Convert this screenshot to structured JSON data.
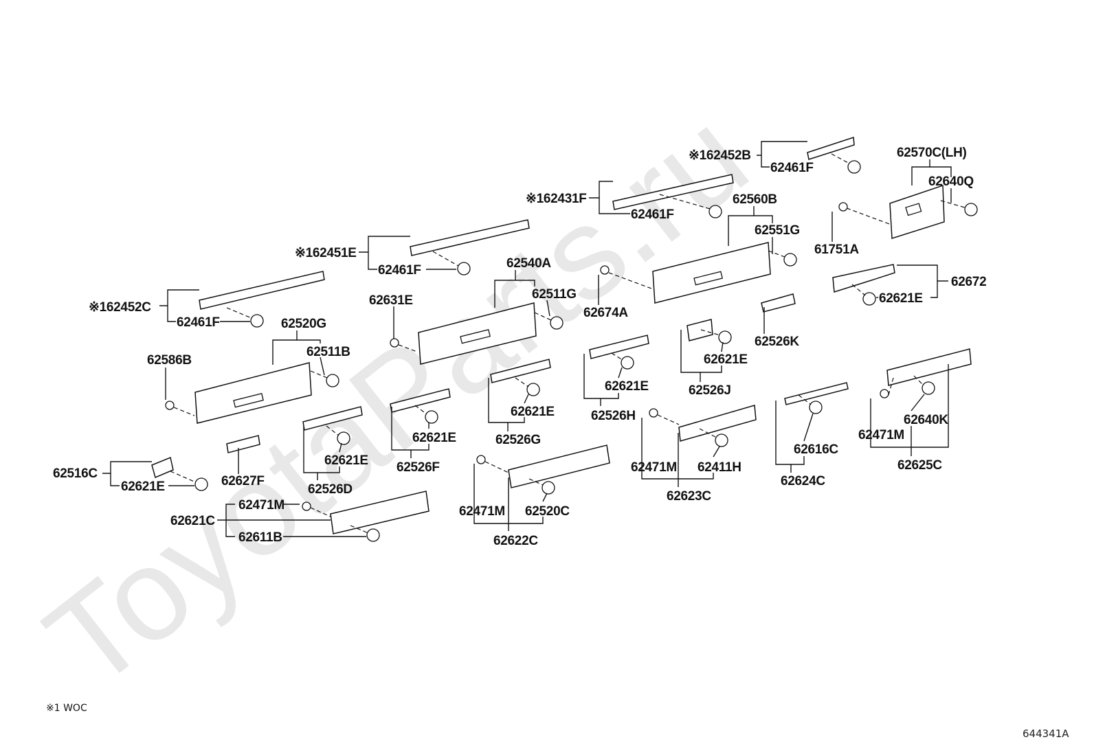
{
  "watermark": "ToyotaParts.ru",
  "diagram_code": "644341A",
  "footnote": "※1 WOC",
  "callouts": {
    "c62452B": "※162452B",
    "c62461F_a": "62461F",
    "c62570C": "62570C(LH)",
    "c62640Q": "62640Q",
    "c62431F": "※162431F",
    "c62461F_b": "62461F",
    "c62560B": "62560B",
    "c62551G": "62551G",
    "c61751A": "61751A",
    "c62451E": "※162451E",
    "c62461F_c": "62461F",
    "c62540A": "62540A",
    "c62511G": "62511G",
    "c62674A": "62674A",
    "c62672": "62672",
    "c62621E_a": "62621E",
    "c62452C": "※162452C",
    "c62461F_d": "62461F",
    "c62631E": "62631E",
    "c62520G": "62520G",
    "c62511B": "62511B",
    "c62526K": "62526K",
    "c62621E_b": "62621E",
    "c62526J": "62526J",
    "c62586B": "62586B",
    "c62621E_c": "62621E",
    "c62526H": "62526H",
    "c62621E_d": "62621E",
    "c62526G": "62526G",
    "c62621E_e": "62621E",
    "c62526F": "62526F",
    "c62621E_f": "62621E",
    "c62526D": "62526D",
    "c62627F": "62627F",
    "c62516C": "62516C",
    "c62621E_g": "62621E",
    "c62471M_a": "62471M",
    "c62621C": "62621C",
    "c62611B": "62611B",
    "c62471M_b": "62471M",
    "c62520C": "62520C",
    "c62622C": "62622C",
    "c62471M_c": "62471M",
    "c62411H": "62411H",
    "c62623C": "62623C",
    "c62616C": "62616C",
    "c62624C": "62624C",
    "c62471M_d": "62471M",
    "c62640K": "62640K",
    "c62625C": "62625C"
  }
}
